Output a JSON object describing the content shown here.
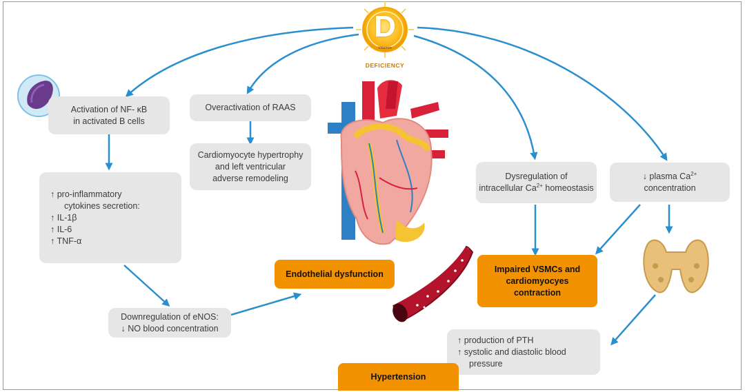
{
  "sun": {
    "letter": "D",
    "sub": "Vitamin",
    "label": "DEFICIENCY"
  },
  "boxes": {
    "nfkb": [
      "Activation of  NF- κB",
      "in activated B cells"
    ],
    "raas": [
      "Overactivation of RAAS"
    ],
    "cardio": [
      "Cardiomyocyte hypertrophy",
      "and left ventricular",
      "adverse remodeling"
    ],
    "cyto": [
      "↑ pro-inflammatory",
      "cytokines secretion:",
      "↑ IL-1β",
      "↑ IL-6",
      "↑ TNF-α"
    ],
    "enos": [
      "Downregulation of eNOS:",
      "↓ NO blood concentration"
    ],
    "dysreg": {
      "l1": "Dysregulation of",
      "l2a": "intracellular Ca",
      "l2sup": "2+",
      "l2b": " homeostasis"
    },
    "plasma": {
      "l1a": "↓ plasma Ca",
      "l1sup": "2+",
      "l2": "concentration"
    },
    "pth": [
      "↑ production of PTH",
      "↑ systolic and diastolic blood",
      "pressure"
    ]
  },
  "outcomes": {
    "endothelial": [
      "Endothelial dysfunction"
    ],
    "vsmc": [
      "Impaired VSMCs and",
      "cardiomyocyes",
      "contraction"
    ],
    "hypertension": [
      "Hypertension"
    ]
  },
  "colors": {
    "arrow": "#2a8fcf",
    "outcome": "#f39200",
    "box": "#e6e6e6"
  }
}
